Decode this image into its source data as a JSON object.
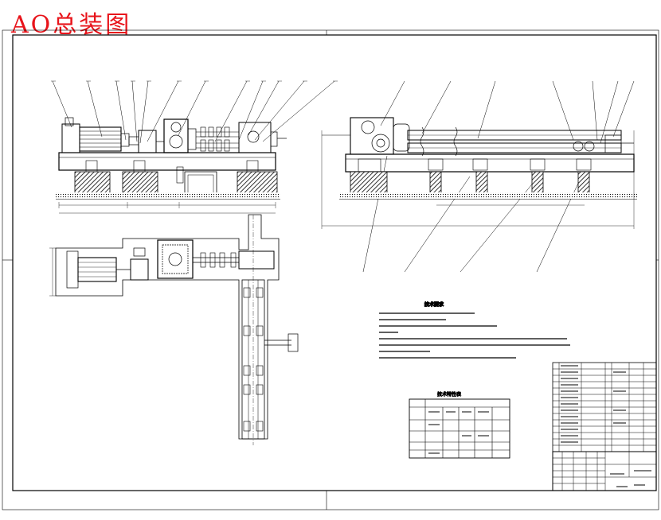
{
  "title": "AO总装图",
  "colors": {
    "title": "#e8141b",
    "line": "#000000",
    "background": "#ffffff"
  },
  "tech_req_heading": "技术要求",
  "spec_table_heading": "技术特性表"
}
